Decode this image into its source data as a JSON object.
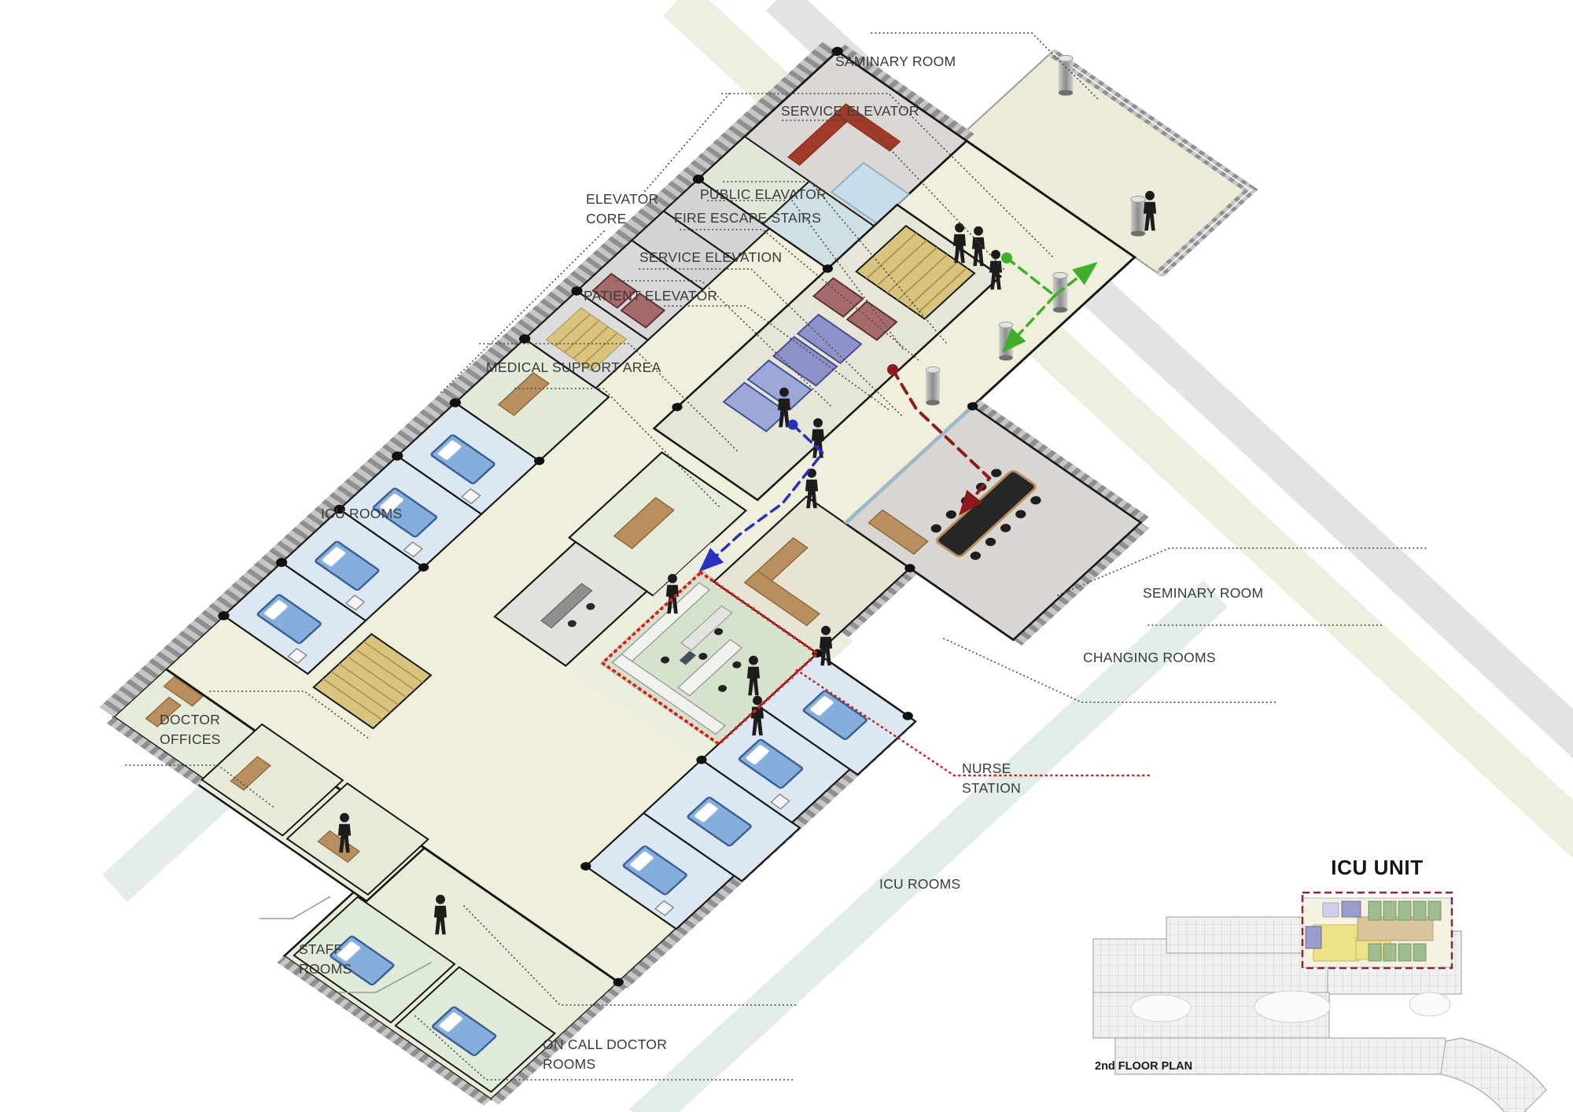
{
  "labels": {
    "saminary_room": "SAMINARY ROOM",
    "service_elevator": "SERVICE ELEVATOR",
    "public_elavator": "PUBLIC ELAVATOR",
    "fire_escape_stairs": "FIRE ESCAPE STAIRS",
    "elevator_core_1": "ELEVATOR",
    "elevator_core_2": "CORE",
    "service_elevation": "SERVICE ELEVATION",
    "patient_elevator": "PATIENT ELEVATOR",
    "medical_support_area": "MEDICAL SUPPORT AREA",
    "icu_rooms_left": "ICU ROOMS",
    "doctor_offices_1": "DOCTOR",
    "doctor_offices_2": "OFFICES",
    "staff_rooms_1": "STAFF",
    "staff_rooms_2": "ROOMS",
    "on_call_doctor_rooms_1": "ON CALL DOCTOR",
    "on_call_doctor_rooms_2": "ROOMS",
    "nurse_station_1": "NURSE",
    "nurse_station_2": "STATION",
    "icu_rooms_right": "ICU ROOMS",
    "seminary_room": "SEMINARY ROOM",
    "changing_rooms": "CHANGING ROOMS"
  },
  "inset": {
    "title": "ICU UNIT",
    "caption": "2nd FLOOR PLAN"
  },
  "routes": {
    "green_route_color": "#3fae2a",
    "dark_red_route_color": "#8e1b1b",
    "blue_route_color": "#2a2fbf",
    "nurse_station_outline_color": "#e01b1b",
    "icu_highlight_color": "#8e2438"
  }
}
